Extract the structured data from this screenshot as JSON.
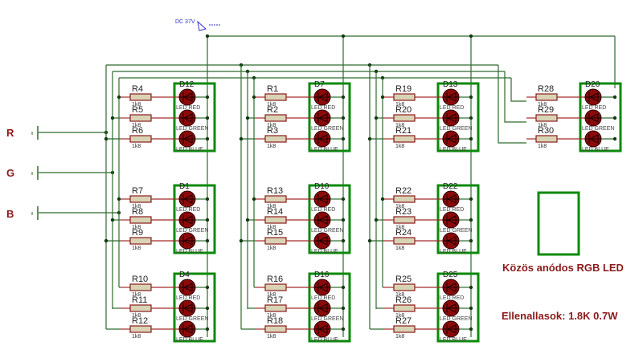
{
  "power": {
    "label": "DC 37V"
  },
  "rails": [
    {
      "id": "R",
      "label": "R"
    },
    {
      "id": "G",
      "label": "G"
    },
    {
      "id": "B",
      "label": "B"
    }
  ],
  "resistor_value": "1k8",
  "led_labels": {
    "red": "LED RED",
    "green": "LED GREEN",
    "blue": "LED BLUE"
  },
  "modules": [
    {
      "led": "D12",
      "resistors": [
        "R4",
        "R5",
        "R6"
      ],
      "col": 0,
      "row": 0
    },
    {
      "led": "D7",
      "resistors": [
        "R1",
        "R2",
        "R3"
      ],
      "col": 1,
      "row": 0
    },
    {
      "led": "D13",
      "resistors": [
        "R19",
        "R20",
        "R21"
      ],
      "col": 2,
      "row": 0
    },
    {
      "led": "D20",
      "resistors": [
        "R28",
        "R29",
        "R30"
      ],
      "col": 3,
      "row": 0
    },
    {
      "led": "D1",
      "resistors": [
        "R7",
        "R8",
        "R9"
      ],
      "col": 0,
      "row": 1
    },
    {
      "led": "D10",
      "resistors": [
        "R13",
        "R14",
        "R15"
      ],
      "col": 1,
      "row": 1
    },
    {
      "led": "D22",
      "resistors": [
        "R22",
        "R23",
        "R24"
      ],
      "col": 2,
      "row": 1
    },
    {
      "led": "D4",
      "resistors": [
        "R10",
        "R11",
        "R12"
      ],
      "col": 0,
      "row": 2
    },
    {
      "led": "D16",
      "resistors": [
        "R16",
        "R17",
        "R18"
      ],
      "col": 1,
      "row": 2
    },
    {
      "led": "D25",
      "resistors": [
        "R25",
        "R26",
        "R27"
      ],
      "col": 2,
      "row": 2
    }
  ],
  "legend": {
    "label": "Közös anódos RGB LED"
  },
  "note": {
    "text": "Ellenallasok: 1.8K 0.7W"
  },
  "colors": {
    "wire": "#2f6b2f",
    "led_box": "#0b8a0b",
    "label": "#8b1a1a",
    "power_label": "#3333cc"
  }
}
